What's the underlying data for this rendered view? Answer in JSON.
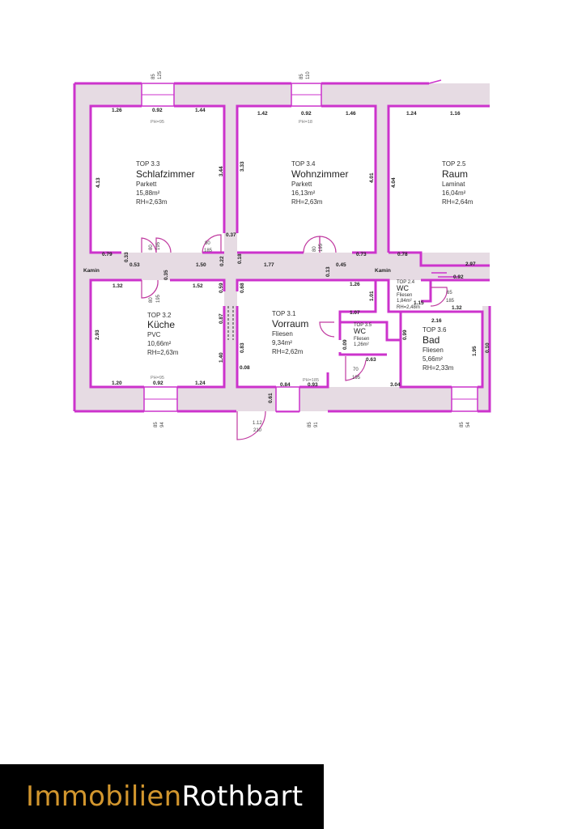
{
  "rooms": {
    "r33": {
      "top": "TOP 3.3",
      "name": "Schlafzimmer",
      "floor": "Parkett",
      "area": "15,88m²",
      "height": "RH=2,63m"
    },
    "r34": {
      "top": "TOP 3.4",
      "name": "Wohnzimmer",
      "floor": "Parkett",
      "area": "16,13m²",
      "height": "RH=2,63m"
    },
    "r25": {
      "top": "TOP 2.5",
      "name": "Raum",
      "floor": "Laminat",
      "area": "16,04m²",
      "height": "RH=2,64m"
    },
    "r32": {
      "top": "TOP 3.2",
      "name": "Küche",
      "floor": "PVC",
      "area": "10,66m²",
      "height": "RH=2,63m"
    },
    "r31": {
      "top": "TOP 3.1",
      "name": "Vorraum",
      "floor": "Fliesen",
      "area": "9,34m²",
      "height": "RH=2,62m"
    },
    "r35": {
      "top": "TOP 3.5",
      "name": "WC",
      "floor": "Fliesen",
      "area": "1,26m²"
    },
    "r24": {
      "top": "TOP 2.4",
      "name": "WC",
      "floor": "Fliesen",
      "area": "1,84m²",
      "height": "RH=2,48m"
    },
    "r36": {
      "top": "TOP 3.6",
      "name": "Bad",
      "floor": "Fliesen",
      "area": "5,66m²",
      "height": "RH=2,33m"
    }
  },
  "labels": {
    "kamin": "Kamin",
    "ph95": "PH=95",
    "ph18": "PH=18",
    "ph185": "PH=185"
  },
  "dims": {
    "d126": "1.26",
    "d092": "0.92",
    "d144": "1.44",
    "d142": "1.42",
    "d146": "1.46",
    "d124": "1.24",
    "d116": "1.16",
    "d413": "4.13",
    "d344": "3.44",
    "d333": "3.33",
    "d401": "4.01",
    "d404": "4.04",
    "d079": "0.79",
    "d053": "0.53",
    "d033": "0.33",
    "d150": "1.50",
    "d022": "0.22",
    "d037": "0.37",
    "d018": "0.18",
    "d177": "1.77",
    "d045": "0.45",
    "d013": "0.13",
    "d073": "0.73",
    "d078": "0.78",
    "d297": "2.97",
    "d035": "0.35",
    "d132": "1.32",
    "d152": "1.52",
    "d059": "0.59",
    "d068": "0.68",
    "d107": "1.07",
    "d101": "1.01",
    "d293": "2.93",
    "d087": "0.87",
    "d083": "0.83",
    "d140": "1.40",
    "d008": "0.08",
    "d120": "1.20",
    "d124b": "1.24",
    "d084": "0.84",
    "d061": "0.61",
    "d093": "0.93",
    "d304": "3.04",
    "d216": "2.16",
    "d132b": "1.32",
    "d099": "0.99",
    "d195": "1.95",
    "d010": "0.10",
    "d115": "1.15",
    "d009": "0.09",
    "d063": "0.63",
    "d092b": "0.92",
    "d092c": "0.92",
    "d092d": "0.92"
  },
  "doors": {
    "w85a": "85",
    "w125a": "125",
    "w85b": "85",
    "w110b": "110",
    "dd80a": "80",
    "dd195a": "195",
    "dd80b": "80",
    "dd195b": "195",
    "dd80c": "80",
    "dd195c": "195",
    "dd80d": "80",
    "dd185d": "185",
    "dd65": "65",
    "dd185e": "185",
    "dd70": "70",
    "dd195f": "195",
    "dd112": "1.12",
    "dd210": "210",
    "wb85a": "85",
    "wb94a": "94",
    "wb85b": "85",
    "wb85c": "91",
    "wb85d": "85",
    "wb54": "54"
  },
  "brand": {
    "part1": "Immobilien",
    "part2": "Rothbart"
  },
  "colors": {
    "wall": "#cc33cc",
    "wall_fill": "#e6dbe3",
    "brand_orange": "#d2962e",
    "brand_bg": "#000000"
  }
}
